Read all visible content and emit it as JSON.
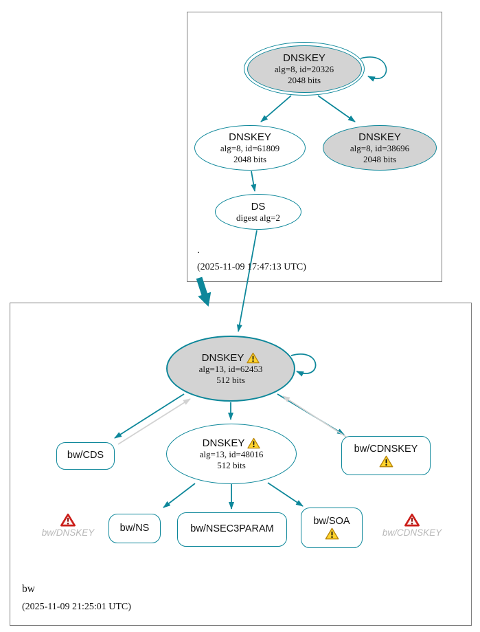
{
  "colors": {
    "accent_teal": "#0d879a",
    "node_gray_fill": "#d3d3d3",
    "box_border": "#7d7d7d",
    "gray_arrow": "#d2d2d2",
    "inactive_text": "#b9b9b9",
    "warning_fill": "#ffd42e",
    "warning_border": "#b8860b",
    "error_red": "#cc1f1a"
  },
  "icons": {
    "warning": "yellow-warning-triangle",
    "error": "red-error-triangle"
  },
  "zones": {
    "root": {
      "name": ".",
      "timestamp": "(2025-11-09 17:47:13 UTC)",
      "nodes": {
        "ksk": {
          "title": "DNSKEY",
          "detail1": "alg=8, id=20326",
          "detail2": "2048 bits"
        },
        "zsk": {
          "title": "DNSKEY",
          "detail1": "alg=8, id=61809",
          "detail2": "2048 bits"
        },
        "zsk2": {
          "title": "DNSKEY",
          "detail1": "alg=8, id=38696",
          "detail2": "2048 bits"
        },
        "ds": {
          "title": "DS",
          "detail1": "digest alg=2"
        }
      }
    },
    "bw": {
      "name": "bw",
      "timestamp": "(2025-11-09 21:25:01 UTC)",
      "nodes": {
        "ksk": {
          "title": "DNSKEY",
          "detail1": "alg=13, id=62453",
          "detail2": "512 bits"
        },
        "zsk": {
          "title": "DNSKEY",
          "detail1": "alg=13, id=48016",
          "detail2": "512 bits"
        },
        "cds": {
          "label": "bw/CDS"
        },
        "cdnskey": {
          "label": "bw/CDNSKEY"
        },
        "ns": {
          "label": "bw/NS"
        },
        "nsec3param": {
          "label": "bw/NSEC3PARAM"
        },
        "soa": {
          "label": "bw/SOA"
        },
        "dnskey_missing": {
          "label": "bw/DNSKEY"
        },
        "cdnskey_missing": {
          "label": "bw/CDNSKEY"
        }
      }
    }
  }
}
